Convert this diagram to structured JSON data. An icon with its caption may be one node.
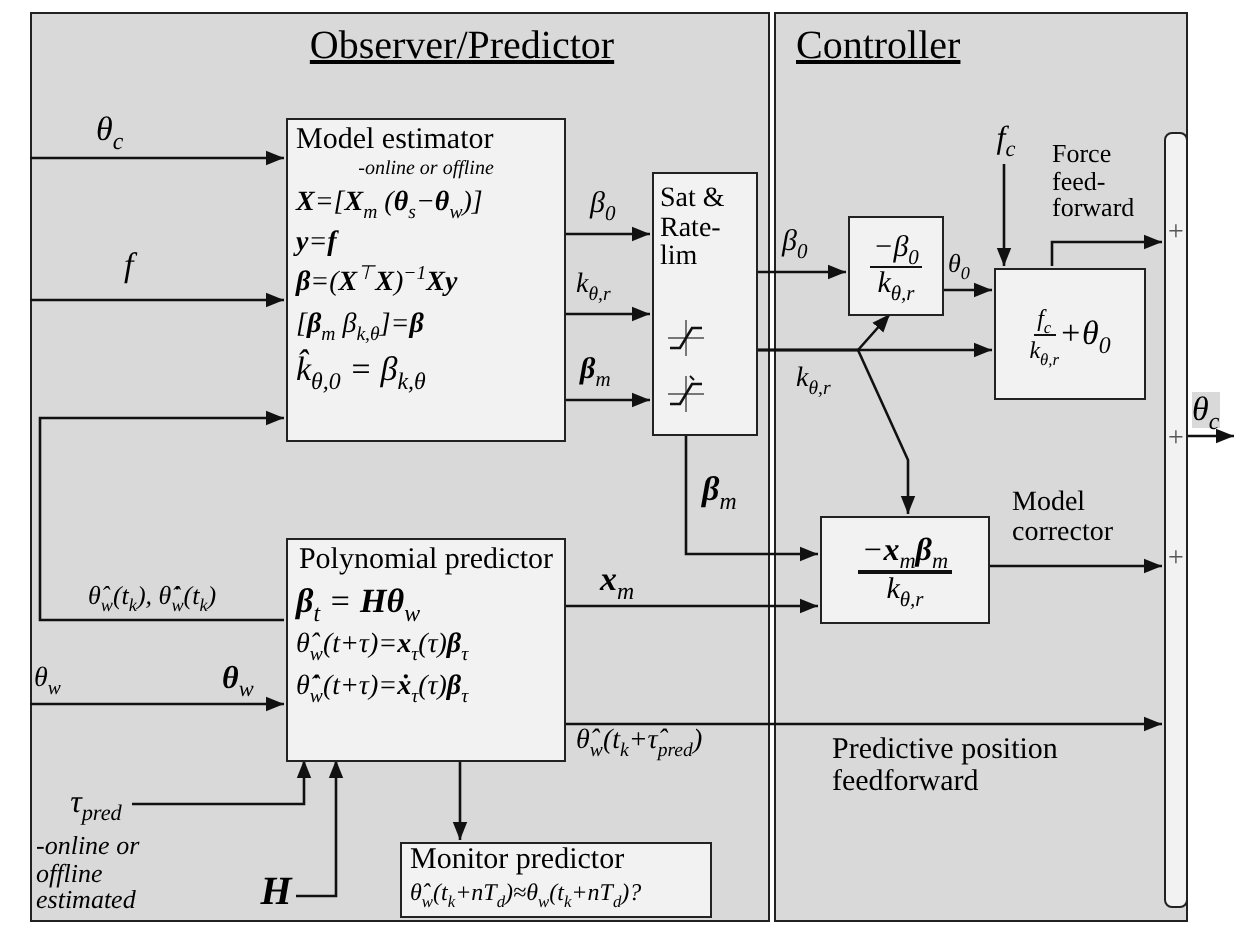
{
  "diagram": {
    "nodes": [
      {
        "text": [
          "Observer/Predictor"
        ]
      },
      {
        "text": [
          "Controller"
        ]
      },
      {
        "text": [
          "Model estimator",
          "-online or offline",
          "**X**=[**X**$_{m}$ (**θ**$_{s}$−**θ**$_{w}$)]",
          "**y**=**f**",
          "**β**=(**X**$^{⊤}$**X**)$^{−1}$**Xy**",
          "[**β**$_{m}$ β$_{k,θ}$]=**β**",
          "k̂$_{θ,0}$ = β$_{k,θ}$"
        ],
        "in": 0
      },
      {
        "text": [
          "Sat & Rate-lim"
        ],
        "in": 0
      },
      {
        "text": [
          "Polynomial predictor",
          "**β**$_{t}$ = **Hθ**$_{w}$",
          "θ̂$_{w}$(t+τ)=**x**$_{τ}$(τ)**β**$_{τ}$",
          "θ̂̇$_{w}$(t+τ)=**ẋ**$_{τ}$(τ)**β**$_{τ}$"
        ],
        "in": 0
      },
      {
        "text": [
          "Monitor predictor",
          "θ̂$_{w}$(t$_{k}$+nT$_{d}$)≈θ$_{w}$(t$_{k}$+nT$_{d}$)?"
        ],
        "in": 0
      },
      {
        "text": [
          "−β$_{0}$",
          "k$_{θ,r}$"
        ],
        "in": 1
      },
      {
        "text": [
          "f$_{c}$",
          "k$_{θ,r}$",
          "+θ$_{0}$"
        ],
        "in": 1
      },
      {
        "text": [
          "−**x**$_{m}$**β**$_{m}$",
          "k$_{θ,r}$"
        ],
        "in": 1,
        "beside": [
          "Model corrector"
        ]
      },
      {
        "text": [
          "+",
          "+",
          "+"
        ],
        "in": 1
      },
      {
        "text": [
          "f$_{c}$"
        ],
        "in": 1
      },
      {
        "text": [
          "τ$_{pred}$"
        ],
        "in": 0,
        "beside": [
          "-online or offline estimated"
        ]
      },
      {
        "text": [
          "H"
        ],
        "in": 0
      }
    ],
    "edges": [
      {
        "from": null,
        "to": 2,
        "arrow": "to",
        "label": "θ$_{c}$"
      },
      {
        "from": null,
        "to": 2,
        "arrow": "to",
        "label": "f"
      },
      {
        "from": 4,
        "to": 2,
        "arrow": "to",
        "label": "θ̂$_{w}$(t$_{k}$), θ̂̇$_{w}$(t$_{k}$)"
      },
      {
        "from": 2,
        "to": 3,
        "arrow": "to",
        "label": "β$_{0}$"
      },
      {
        "from": 2,
        "to": 3,
        "arrow": "to",
        "label": "k$_{θ,r}$"
      },
      {
        "from": 2,
        "to": 3,
        "arrow": "to",
        "label": "**β**$_{m}$"
      },
      {
        "from": 3,
        "to": 6,
        "arrow": "to",
        "label": "β$_{0}$"
      },
      {
        "from": 3,
        "to": 7,
        "arrow": "to",
        "label": "k$_{θ,r}$"
      },
      {
        "from": 3,
        "to": 6,
        "arrow": "to"
      },
      {
        "from": 3,
        "to": 8,
        "arrow": "to"
      },
      {
        "from": 3,
        "to": 8,
        "arrow": "to",
        "label": "**β**$_{m}$"
      },
      {
        "from": 4,
        "to": 8,
        "arrow": "to",
        "label": "**x**$_{m}$"
      },
      {
        "from": null,
        "to": 4,
        "arrow": "to",
        "label": "θ$_{w}$"
      },
      {
        "from": 11,
        "to": 4,
        "arrow": "to"
      },
      {
        "from": 12,
        "to": 4,
        "arrow": "to"
      },
      {
        "from": 4,
        "to": 5,
        "arrow": "to"
      },
      {
        "from": 10,
        "to": 7,
        "arrow": "to"
      },
      {
        "from": 6,
        "to": 7,
        "arrow": "to",
        "label": "θ$_{0}$"
      },
      {
        "from": 7,
        "to": 9,
        "arrow": "to",
        "label": "Force feed-forward"
      },
      {
        "from": 8,
        "to": 9,
        "arrow": "to"
      },
      {
        "from": 4,
        "to": 9,
        "arrow": "to",
        "label": "θ̂$_{w}$(t$_{k}$+τ̂$_{pred}$)"
      },
      {
        "from": 9,
        "to": null,
        "arrow": "to",
        "label": "θ$_{c}$"
      }
    ],
    "labels": [
      "**θ**$_{w}$",
      "Predictive position feedforward"
    ]
  }
}
